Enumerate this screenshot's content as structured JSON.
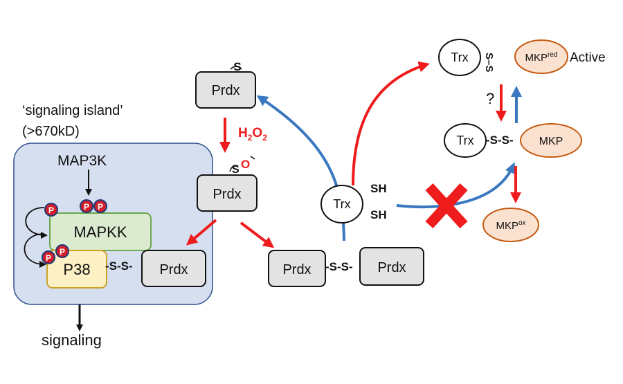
{
  "left_panel": {
    "title_line1": "‘signaling island’",
    "title_line2": "(>670kD)",
    "map3k": "MAP3K",
    "mapkk": "MAPKK",
    "p38": "P38",
    "p38_prdx_bond": "-S-S-",
    "prdx": "Prdx",
    "output": "signaling",
    "phospho_label": "P"
  },
  "center": {
    "prdx_reduced": "Prdx",
    "reduced_mark": "S",
    "h2o2_h": "H",
    "h2o2_sub": "2",
    "h2o2_o": "O",
    "prdx_oxidized": "Prdx",
    "ox_s": "S",
    "ox_o": "O",
    "dimer_left": "Prdx",
    "dimer_bond": "-S-S-",
    "dimer_right": "Prdx",
    "trx": "Trx",
    "sh_top": "SH",
    "sh_bottom": "SH"
  },
  "right_panel": {
    "trx_top": "Trx",
    "trx_top_bond": "S–S",
    "mkp_red": "MKP",
    "mkp_red_sup": "red",
    "active_label": "Active",
    "question": "?",
    "trx_mid": "Trx",
    "mid_bond": "-S-S-",
    "mkp_mid": "MKP",
    "mkp_ox": "MKP",
    "mkp_ox_sup": "ox"
  },
  "colors": {
    "red_arrow": "#ee1c1c",
    "blue_arrow": "#3b78c0",
    "island_fill": "#d6dff0",
    "island_stroke": "#2f4f8f",
    "mapkk_fill": "#dcebd0",
    "mapkk_stroke": "#6aa84f",
    "p38_fill": "#fdf0c4",
    "p38_stroke": "#c9a227",
    "prdx_fill": "#e3e3e3",
    "mkp_fill": "#fbe1d0",
    "mkp_stroke": "#c55a11",
    "phospho_fill": "#d11f2a"
  }
}
